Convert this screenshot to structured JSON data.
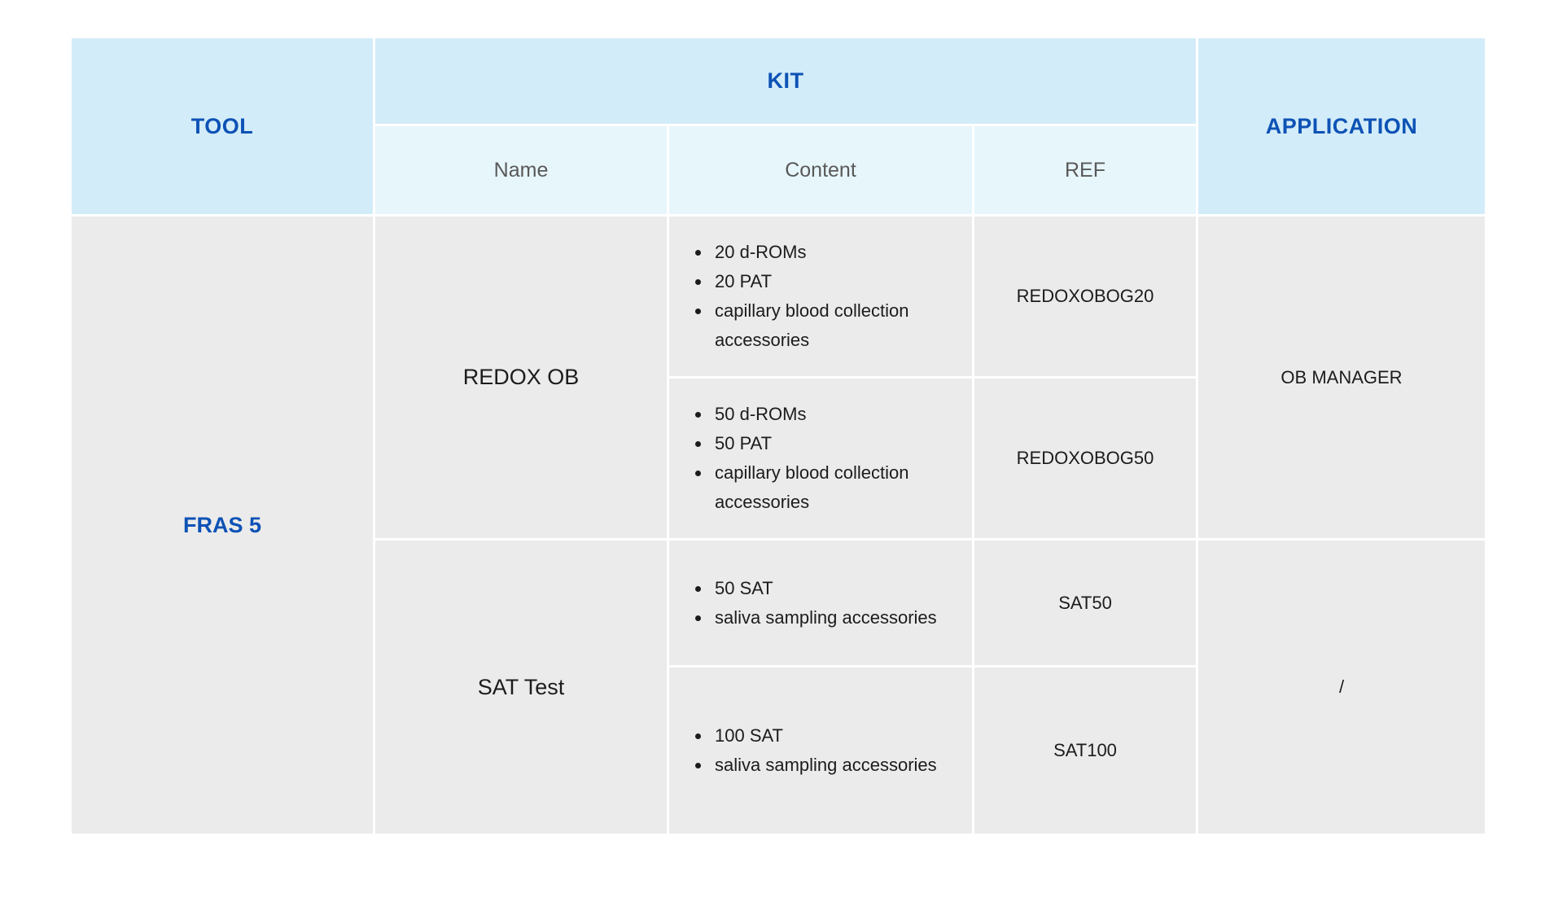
{
  "colors": {
    "header_bg": "#d3ecf9",
    "subheader_bg": "#e7f6fb",
    "body_bg": "#ebebeb",
    "accent_blue": "#0d52b5",
    "subheader_text": "#595959",
    "body_text": "#1c1c1c",
    "page_bg": "#ffffff"
  },
  "table": {
    "headers": {
      "tool": "TOOL",
      "kit": "KIT",
      "application": "APPLICATION",
      "sub": [
        "Name",
        "Content",
        "REF"
      ]
    },
    "tool": "FRAS 5",
    "kits": [
      {
        "name": "REDOX OB",
        "application": "OB MANAGER",
        "variants": [
          {
            "content": [
              "20 d-ROMs",
              "20 PAT",
              "capillary blood collection accessories"
            ],
            "ref": "REDOXOBOG20"
          },
          {
            "content": [
              "50 d-ROMs",
              "50 PAT",
              "capillary blood collection accessories"
            ],
            "ref": "REDOXOBOG50"
          }
        ]
      },
      {
        "name": "SAT Test",
        "application": "/",
        "variants": [
          {
            "content": [
              "50 SAT",
              "saliva sampling accessories"
            ],
            "ref": "SAT50"
          },
          {
            "content": [
              "100 SAT",
              "saliva sampling accessories"
            ],
            "ref": "SAT100"
          }
        ]
      }
    ]
  }
}
